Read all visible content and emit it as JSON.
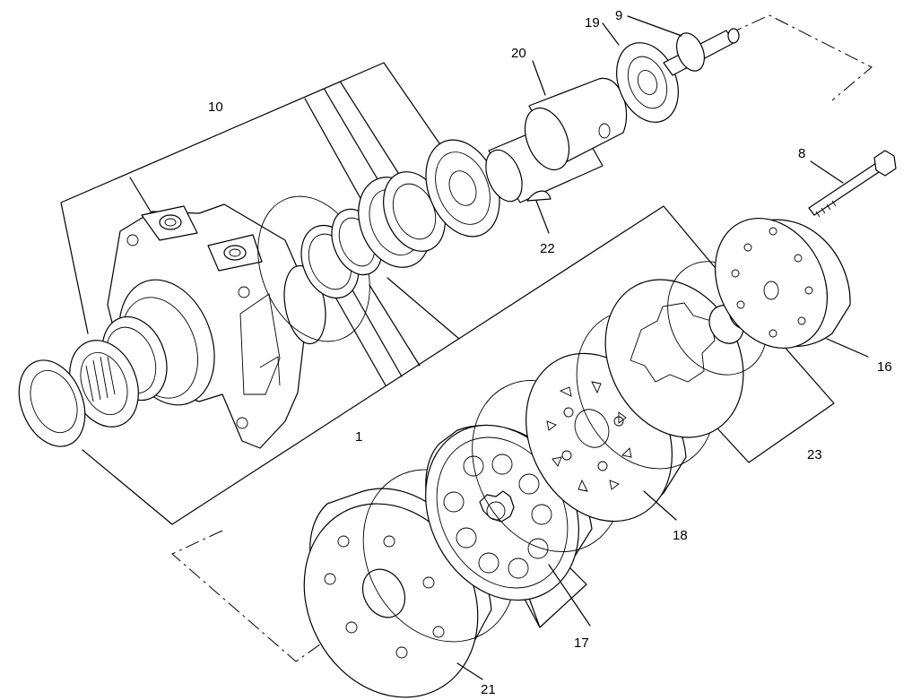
{
  "callouts": [
    {
      "id": "c1",
      "text": "1"
    },
    {
      "id": "c8",
      "text": "8"
    },
    {
      "id": "c9",
      "text": "9"
    },
    {
      "id": "c10",
      "text": "10"
    },
    {
      "id": "c16",
      "text": "16"
    },
    {
      "id": "c17",
      "text": "17"
    },
    {
      "id": "c18",
      "text": "18"
    },
    {
      "id": "c19",
      "text": "19"
    },
    {
      "id": "c20",
      "text": "20"
    },
    {
      "id": "c21",
      "text": "21"
    },
    {
      "id": "c22",
      "text": "22"
    },
    {
      "id": "c23",
      "text": "23"
    }
  ]
}
